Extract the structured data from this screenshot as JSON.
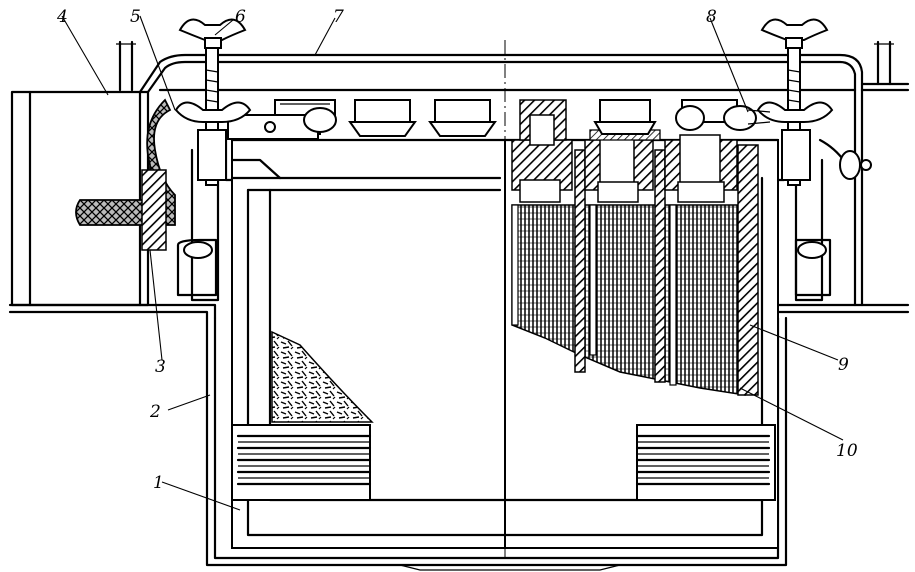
{
  "diagram": {
    "labels": [
      {
        "id": "label-1",
        "text": "1"
      },
      {
        "id": "label-2",
        "text": "2"
      },
      {
        "id": "label-3",
        "text": "3"
      },
      {
        "id": "label-4",
        "text": "4"
      },
      {
        "id": "label-5",
        "text": "5"
      },
      {
        "id": "label-6",
        "text": "6"
      },
      {
        "id": "label-7",
        "text": "7"
      },
      {
        "id": "label-8",
        "text": "8"
      },
      {
        "id": "label-9",
        "text": "9"
      },
      {
        "id": "label-10",
        "text": "10"
      }
    ]
  },
  "colors": {
    "ink": "#000000",
    "paper": "#ffffff"
  }
}
